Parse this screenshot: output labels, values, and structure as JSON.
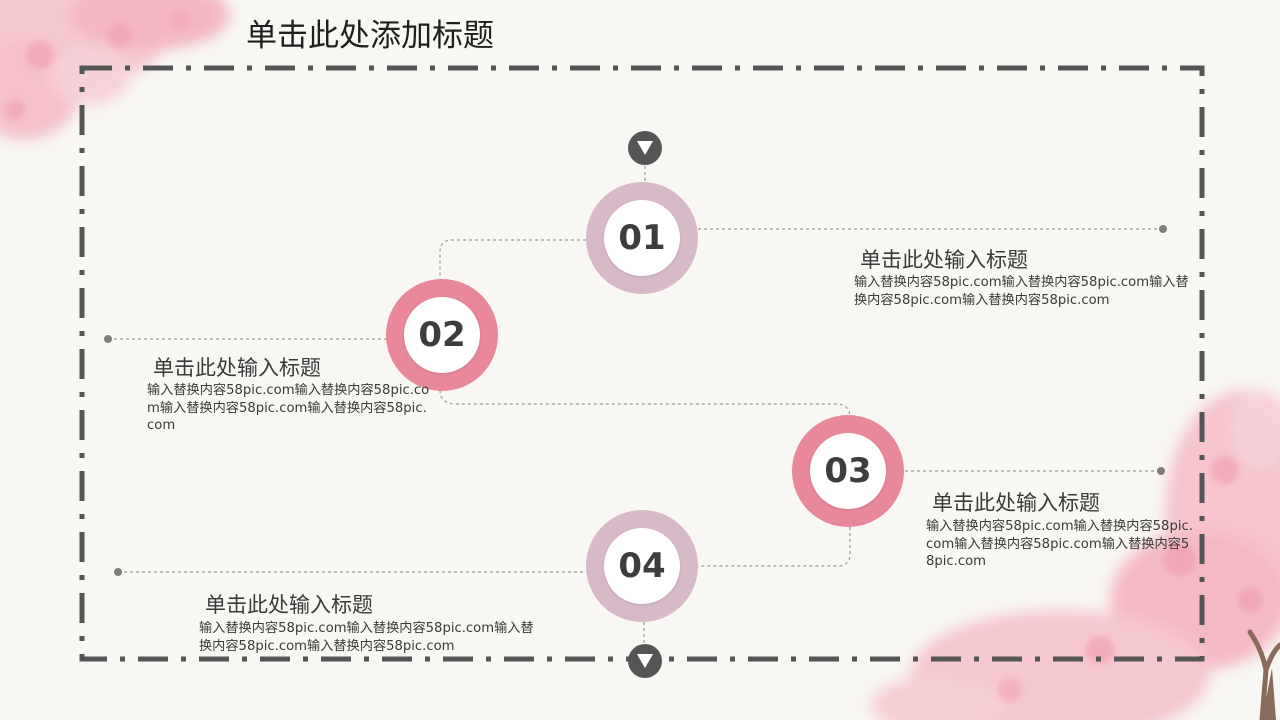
{
  "slide": {
    "title": "单击此处添加标题"
  },
  "steps": [
    {
      "number": "01",
      "heading": "单击此处输入标题",
      "body": "输入替换内容58pic.com输入替换内容58pic.com输入替换内容58pic.com输入替换内容58pic.com"
    },
    {
      "number": "02",
      "heading": "单击此处输入标题",
      "body": "输入替换内容58pic.com输入替换内容58pic.com输入替换内容58pic.com输入替换内容58pic.com"
    },
    {
      "number": "03",
      "heading": "单击此处输入标题",
      "body": "输入替换内容58pic.com输入替换内容58pic.com输入替换内容58pic.com输入替换内容58pic.com"
    },
    {
      "number": "04",
      "heading": "单击此处输入标题",
      "body": "输入替换内容58pic.com输入替换内容58pic.com输入替换内容58pic.com输入替换内容58pic.com"
    }
  ],
  "icons": {
    "top_arrow": "arrow-down-icon",
    "bottom_arrow": "arrow-down-icon"
  },
  "colors": {
    "background": "#f8f7f3",
    "frame": "#555555",
    "ring_mauve": "#d8b9c8",
    "ring_pink": "#e8889a",
    "blossom": "#f4b5c1",
    "connector": "#9a9a9a"
  }
}
